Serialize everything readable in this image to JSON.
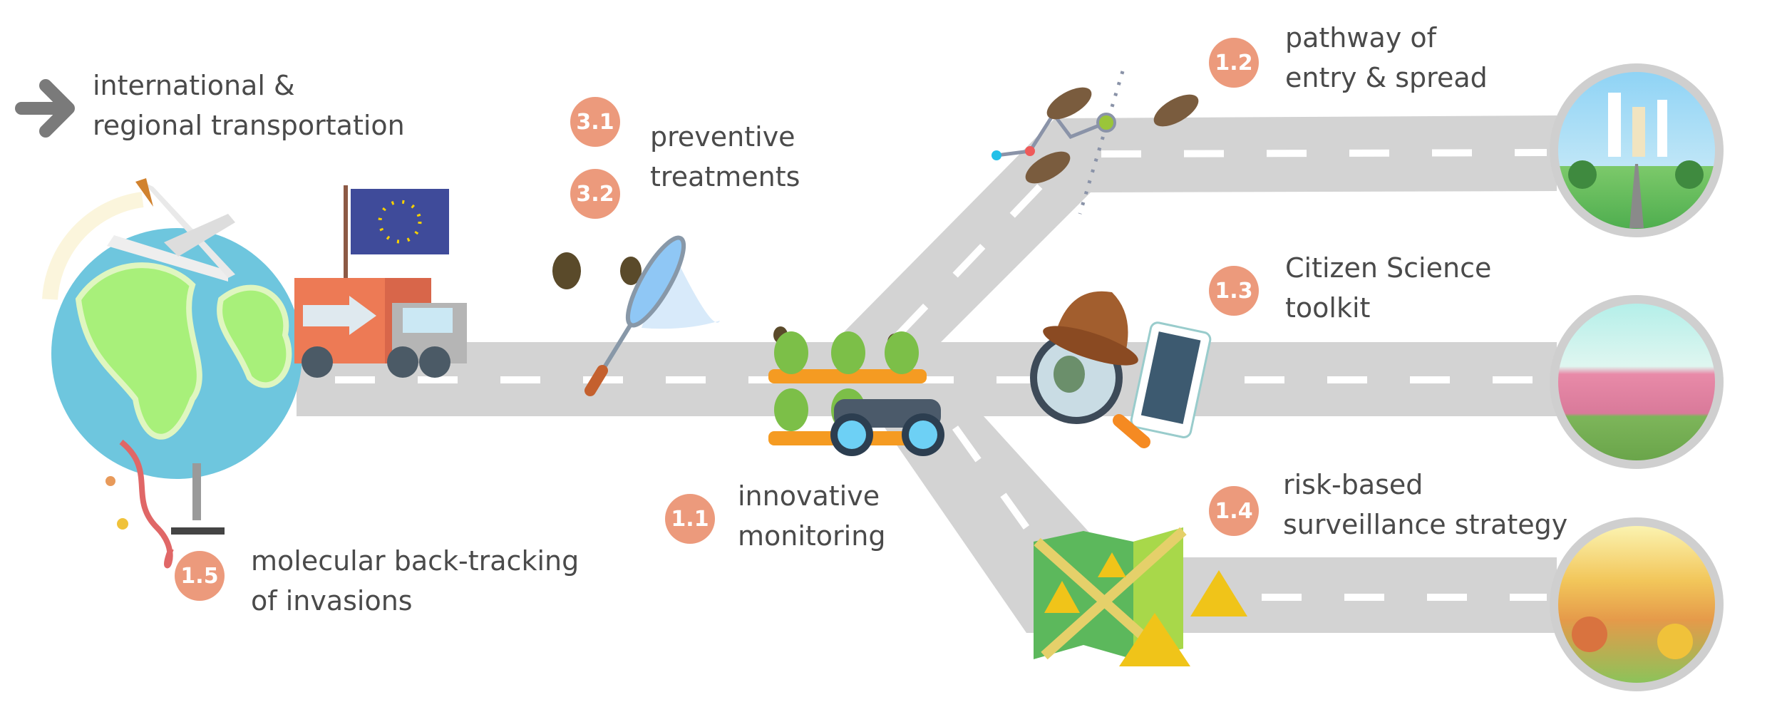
{
  "legend": {
    "icon": "arrow-right-icon",
    "line1": "international &",
    "line2": "regional transportation"
  },
  "items": [
    {
      "id": "3.1",
      "badge": "3.1"
    },
    {
      "id": "3.2",
      "badge": "3.2",
      "line1": "preventive",
      "line2": "treatments"
    },
    {
      "id": "1.1",
      "badge": "1.1",
      "line1": "innovative",
      "line2": "monitoring"
    },
    {
      "id": "1.2",
      "badge": "1.2",
      "line1": "pathway of",
      "line2": "entry & spread"
    },
    {
      "id": "1.3",
      "badge": "1.3",
      "line1": "Citizen Science",
      "line2": "toolkit"
    },
    {
      "id": "1.4",
      "badge": "1.4",
      "line1": "risk-based",
      "line2": "surveillance strategy"
    },
    {
      "id": "1.5",
      "badge": "1.5",
      "line1": "molecular back-tracking",
      "line2": "of invasions"
    }
  ],
  "colors": {
    "badge": "#ec9a7c",
    "road": "#d3d3d3",
    "text": "#4a4a4a",
    "arrow": "#7a7a7a"
  }
}
